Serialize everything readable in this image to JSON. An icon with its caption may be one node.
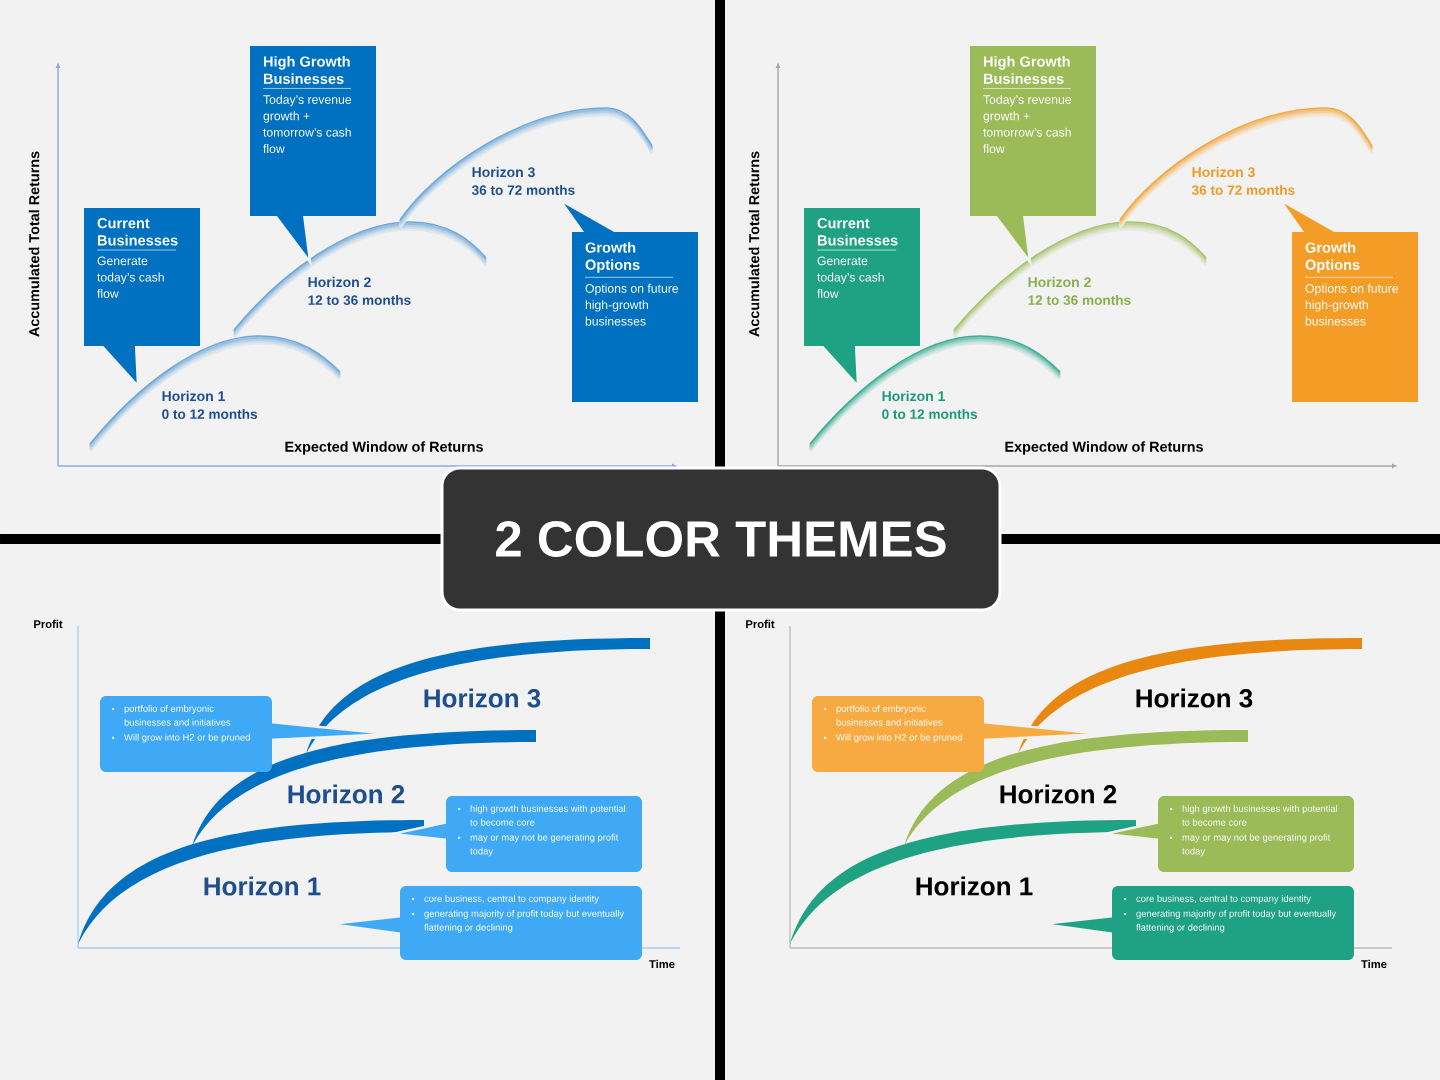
{
  "diagram": {
    "title": "2 COLOR THEMES",
    "nodes": [
      {
        "text": [
          "Current Businesses",
          "Generate today’s cash flow"
        ]
      },
      {
        "text": [
          "High Growth Businesses",
          "Today’s revenue growth + tomorrow’s cash flow"
        ]
      },
      {
        "text": [
          "Growth Options",
          "Options on future high-growth businesses"
        ]
      },
      {
        "text": [
          "Current Businesses",
          "Generate today’s cash flow"
        ]
      },
      {
        "text": [
          "High Growth Businesses",
          "Today’s revenue growth + tomorrow’s cash flow"
        ]
      },
      {
        "text": [
          "Growth Options",
          "Options on future high-growth businesses"
        ]
      },
      {
        "text": [
          "portfolio of embryonic businesses and initiatives",
          "Will grow into H2 or be pruned"
        ]
      },
      {
        "text": [
          "high growth businesses with potential to become core",
          "may or may not be generating profit today"
        ]
      },
      {
        "text": [
          "core business, central to company identity",
          "generating majority of profit today but eventually flattening or declining"
        ]
      },
      {
        "text": [
          "portfolio of embryonic businesses and initiatives",
          "Will grow into H2 or be pruned"
        ]
      },
      {
        "text": [
          "high growth businesses with potential to become core",
          "may or may not be generating profit today"
        ]
      },
      {
        "text": [
          "core business, central to company identity",
          "generating majority of profit today but eventually flattening or declining"
        ]
      }
    ],
    "labels": [
      "Accumulated Total Returns",
      "Horizon 1",
      "0 to 12 months",
      "Horizon 2",
      "12 to 36 months",
      "Horizon 3",
      "36 to 72 months",
      "Expected Window of Returns",
      "Accumulated Total Returns",
      "Horizon 1",
      "0 to 12 months",
      "Horizon 2",
      "12 to 36 months",
      "Horizon 3",
      "36 to 72 months",
      "Expected Window of Returns",
      "Profit",
      "Horizon 3",
      "Horizon 2",
      "Horizon 1",
      "Time",
      "Profit",
      "Horizon 3",
      "Horizon 2",
      "Horizon 1",
      "Time"
    ]
  }
}
